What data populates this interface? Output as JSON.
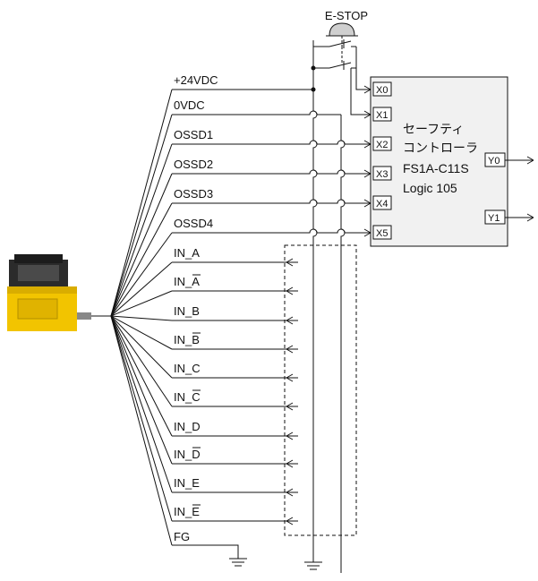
{
  "estop": {
    "label": "E-STOP"
  },
  "controller": {
    "line1": "セーフティ",
    "line2": "コントローラ",
    "line3": "FS1A-C11S",
    "line4": "Logic 105",
    "fill": "#f1f1f1"
  },
  "terminals": {
    "x0": "X0",
    "x1": "X1",
    "x2": "X2",
    "x3": "X3",
    "x4": "X4",
    "x5": "X5",
    "y0": "Y0",
    "y1": "Y1"
  },
  "wires": {
    "w24v": "+24VDC",
    "w0v": "0VDC",
    "ossd1": "OSSD1",
    "ossd2": "OSSD2",
    "ossd3": "OSSD3",
    "ossd4": "OSSD4",
    "in_a": "IN_A",
    "in_a_bar": "IN_A",
    "in_b": "IN_B",
    "in_b_bar": "IN_B",
    "in_c": "IN_C",
    "in_c_bar": "IN_C",
    "in_d": "IN_D",
    "in_d_bar": "IN_D",
    "in_e": "IN_E",
    "in_e_bar": "IN_E",
    "fg": "FG"
  },
  "sensor": {
    "body_color": "#f2c400",
    "head_color": "#2a2a2a"
  }
}
